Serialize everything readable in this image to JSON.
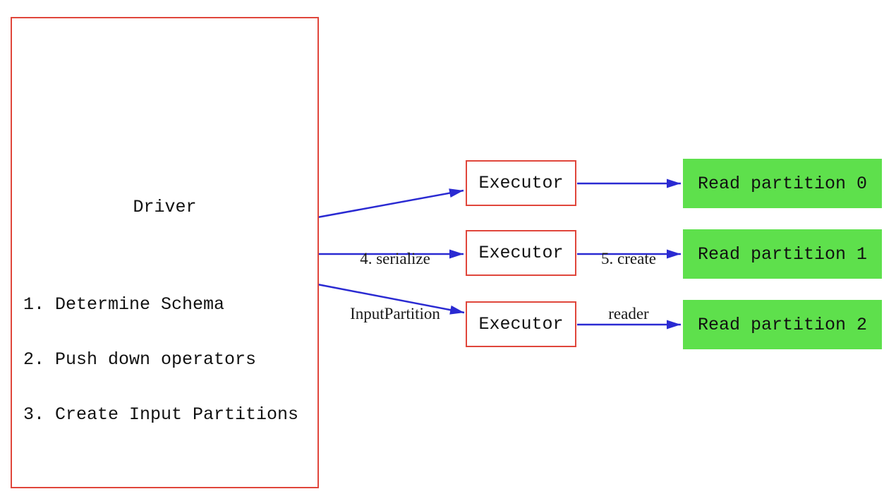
{
  "diagram": {
    "driver": {
      "title": "Driver",
      "steps": [
        "1. Determine Schema",
        "2. Push down operators",
        "3. Create Input Partitions"
      ]
    },
    "executors": [
      {
        "label": "Executor"
      },
      {
        "label": "Executor"
      },
      {
        "label": "Executor"
      }
    ],
    "partitions": [
      {
        "label": "Read partition 0"
      },
      {
        "label": "Read partition 1"
      },
      {
        "label": "Read partition 2"
      }
    ],
    "edge_labels": {
      "serialize": {
        "line1": "4. serialize",
        "line2": "InputPartition"
      },
      "create_reader": {
        "line1": "5. create",
        "line2": "reader"
      }
    },
    "colors": {
      "box_border_red": "#e0463b",
      "arrow_blue": "#2a2ad2",
      "partition_green": "#5ee04c",
      "text": "#111111"
    }
  }
}
